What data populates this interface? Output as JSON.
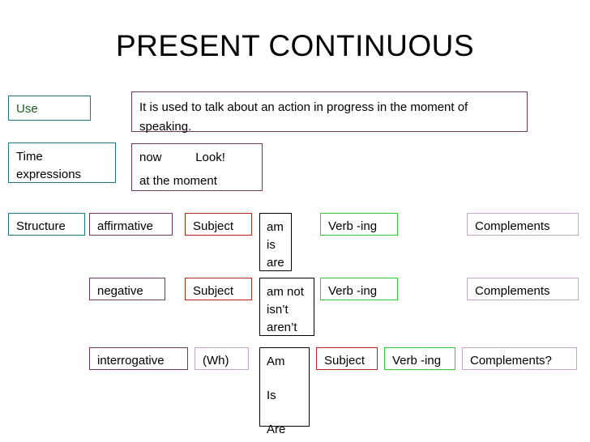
{
  "slide": {
    "title": "PRESENT CONTINUOUS",
    "colors": {
      "teal_border": "#1F7A7A",
      "plum_border": "#6E3A5E",
      "lilac_border": "#C3A8C9",
      "brick_border": "#B3281E",
      "black_border": "#000000",
      "green_border": "#32CD32",
      "green_text": "#1B5E20",
      "background": "#FFFFFF"
    }
  },
  "use_row": {
    "label": "Use",
    "description": "It is used to talk about an action in progress in the moment of speaking."
  },
  "time_row": {
    "label": "Time expressions",
    "examples_line1": "now          Look!",
    "examples_line2": "at the moment"
  },
  "structure": {
    "label": "Structure",
    "rows": [
      {
        "form": "affirmative",
        "subject": "Subject",
        "auxiliary": "am\nis\nare",
        "verb": "Verb -ing",
        "complement": "Complements"
      },
      {
        "form": "negative",
        "subject": "Subject",
        "auxiliary": "am not\nisn’t\naren’t",
        "verb": "Verb -ing",
        "complement": "Complements"
      },
      {
        "form": "interrogative",
        "wh": "(Wh)",
        "auxiliary": "Am\n\nIs\n\nAre",
        "subject": "Subject",
        "verb": "Verb -ing",
        "complement": "Complements?"
      }
    ]
  }
}
